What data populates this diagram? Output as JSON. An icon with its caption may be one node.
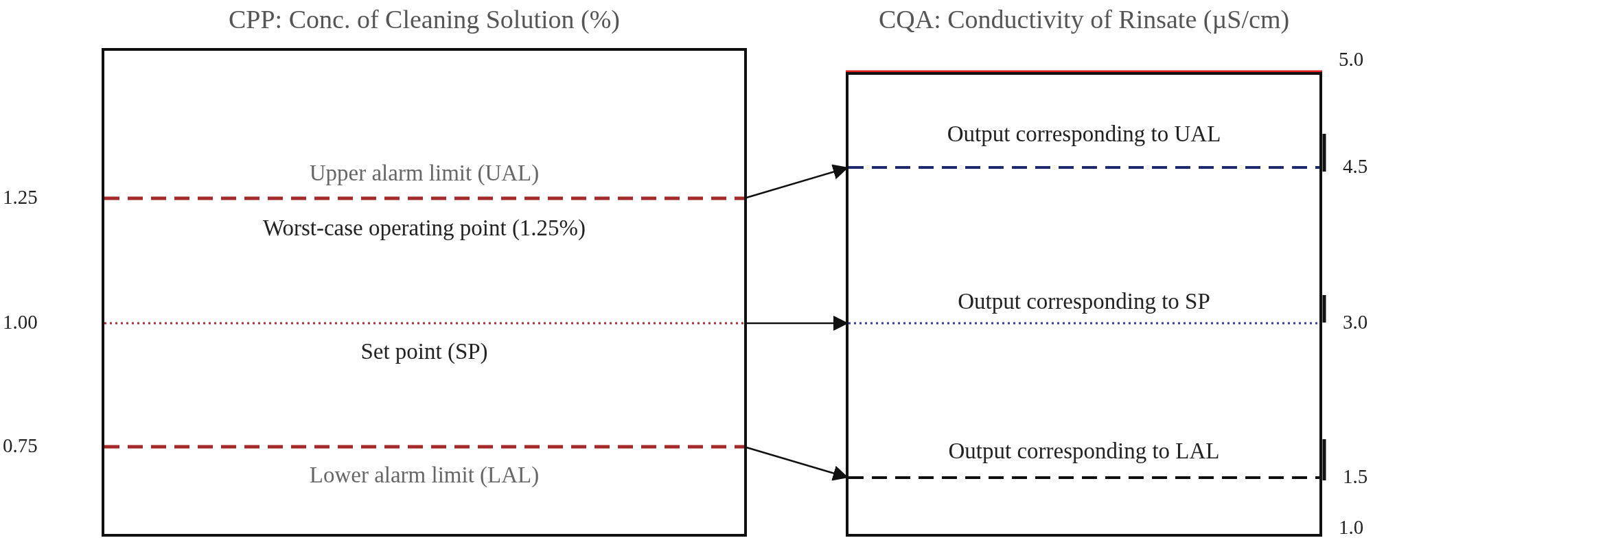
{
  "diagram": {
    "nodes": [
      {
        "text": [
          "CPP: Conc. of Cleaning Solution (%)"
        ]
      },
      {
        "text": [
          "Upper alarm limit (UAL)",
          "Worst-case operating point (1.25%)"
        ],
        "beside": [
          "1.25"
        ],
        "in": 0
      },
      {
        "text": [
          "Set point (SP)"
        ],
        "beside": [
          "1.00"
        ],
        "in": 0
      },
      {
        "text": [
          "Lower alarm limit (LAL)"
        ],
        "beside": [
          "0.75"
        ],
        "in": 0
      },
      {
        "text": [
          "CQA: Conductivity of Rinsate (µS/cm)"
        ]
      },
      {
        "text": [
          "Output corresponding to UAL"
        ],
        "beside": [
          "4.5"
        ],
        "in": 4
      },
      {
        "text": [
          "Output corresponding to SP"
        ],
        "beside": [
          "3.0"
        ],
        "in": 4
      },
      {
        "text": [
          "Output corresponding to LAL"
        ],
        "beside": [
          "1.5"
        ],
        "in": 4
      }
    ],
    "edges": [
      {
        "from": 1,
        "to": 5,
        "arrow": "to"
      },
      {
        "from": 2,
        "to": 6,
        "arrow": "to"
      },
      {
        "from": 3,
        "to": 7,
        "arrow": "to"
      }
    ],
    "labels": [
      "5.0",
      "1.0"
    ]
  }
}
